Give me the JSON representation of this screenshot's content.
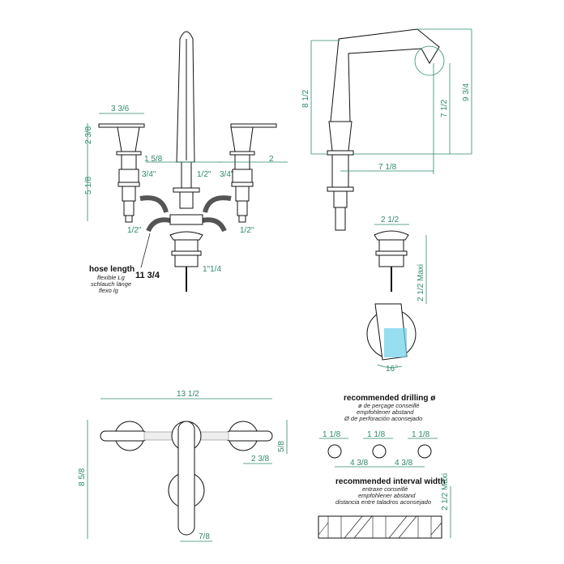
{
  "front_view": {
    "handle_width": "3 3/6",
    "handle_height": "2 3/8",
    "body_height": "5 1/8",
    "spout_diameter": "1 5/8",
    "handle_diameter": "2",
    "thread_left": "3/4\"",
    "thread_center": "1/2\"",
    "thread_right": "3/4\"",
    "outlet_left": "1/2\"",
    "outlet_right": "1/2\"",
    "drain_thread": "1\"1/4"
  },
  "hose": {
    "title": "hose length",
    "translations": [
      "flexible Lg",
      "schlauch länge",
      "flexo lg"
    ],
    "value": "11 3/4"
  },
  "side_view": {
    "height": "8 1/2",
    "spout_height": "7 1/2",
    "total_height": "9 3/4",
    "reach": "7 1/8"
  },
  "drain": {
    "diameter": "2 1/2",
    "max_thickness": "2 1/2 Maxi",
    "angle": "16°"
  },
  "top_view": {
    "total_width": "13 1/2",
    "depth": "8 5/8",
    "handle_offset": "2 3/8",
    "handle_depth": "5/8",
    "spout_offset": "7/8"
  },
  "drilling": {
    "title": "recommended drilling ø",
    "translations": [
      "ø de perçage conseillé",
      "empfohlener abstand",
      "Ø de perforación aconsejado"
    ],
    "hole_diameters": [
      "1 1/8",
      "1 1/8",
      "1 1/8"
    ],
    "spacings": [
      "4 3/8",
      "4 3/8"
    ]
  },
  "interval": {
    "title": "recommended interval width",
    "translations": [
      "entraxe conseillé",
      "empfohlener abstand",
      "distancia entre taladros aconsejado"
    ],
    "max_thickness": "2 1/2 Maxi"
  }
}
